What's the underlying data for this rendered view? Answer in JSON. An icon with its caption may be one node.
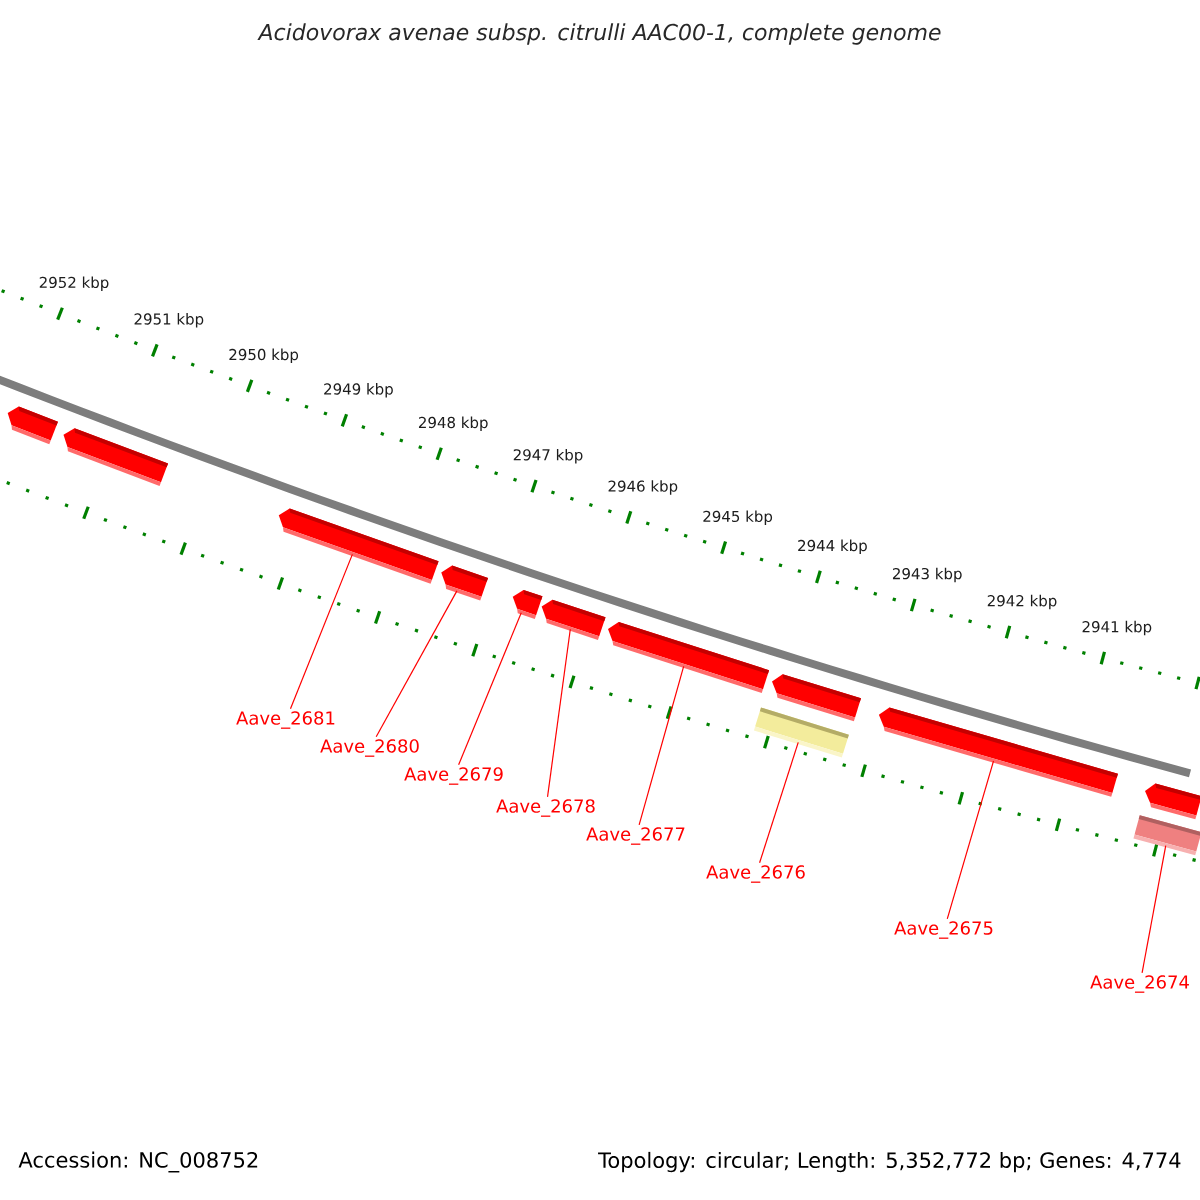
{
  "diagram": {
    "title": "Acidovorax avenae subsp. citrulli AAC00-1, complete genome",
    "nodes": [
      {
        "text": [],
        "shape": "bar"
      },
      {
        "text": [],
        "shape": "bar"
      },
      {
        "text": [],
        "shape": "bar"
      },
      {
        "text": [],
        "shape": "bar"
      },
      {
        "text": [],
        "shape": "bar"
      },
      {
        "text": [],
        "shape": "bar"
      },
      {
        "text": [],
        "shape": "bar"
      },
      {
        "text": [],
        "shape": "bar"
      },
      {
        "text": [],
        "shape": "bar"
      },
      {
        "text": [],
        "shape": "bar"
      },
      {
        "text": [],
        "shape": "bar"
      },
      {
        "text": [],
        "shape": "bar"
      },
      {
        "text": [
          "Aave_2681"
        ]
      },
      {
        "text": [
          "Aave_2680"
        ]
      },
      {
        "text": [
          "Aave_2679"
        ]
      },
      {
        "text": [
          "Aave_2678"
        ]
      },
      {
        "text": [
          "Aave_2677"
        ]
      },
      {
        "text": [
          "Aave_2676"
        ]
      },
      {
        "text": [
          "Aave_2675"
        ]
      },
      {
        "text": [
          "Aave_2674"
        ]
      }
    ],
    "edges": [
      {
        "from": 12,
        "to": 2,
        "arrow": "none",
        "color": "#ff0000"
      },
      {
        "from": 13,
        "to": 3,
        "arrow": "none",
        "color": "#ff0000"
      },
      {
        "from": 14,
        "to": 4,
        "arrow": "none",
        "color": "#ff0000"
      },
      {
        "from": 15,
        "to": 5,
        "arrow": "none",
        "color": "#ff0000"
      },
      {
        "from": 16,
        "to": 6,
        "arrow": "none",
        "color": "#ff0000"
      },
      {
        "from": 17,
        "to": 7,
        "arrow": "none",
        "color": "#ff0000"
      },
      {
        "from": 18,
        "to": 9,
        "arrow": "none",
        "color": "#ff0000"
      },
      {
        "from": 19,
        "to": 10,
        "arrow": "none",
        "color": "#ff0000"
      }
    ],
    "labels": [
      "2952 kbp",
      "2951 kbp",
      "2950 kbp",
      "2949 kbp",
      "2948 kbp",
      "2947 kbp",
      "2946 kbp",
      "2945 kbp",
      "2944 kbp",
      "2943 kbp",
      "2942 kbp",
      "2941 kbp",
      "Accession: NC_008752",
      "Topology: circular; Length: 5,352,772 bp; Genes: 4,774"
    ]
  }
}
